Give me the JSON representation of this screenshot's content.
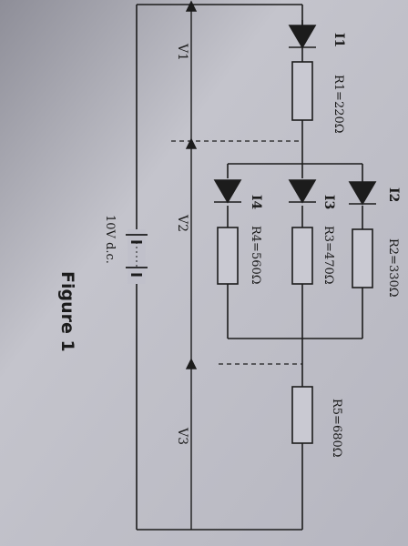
{
  "figure": {
    "caption": "Figure 1"
  },
  "labels": {
    "i1": "I1",
    "r1": "R1=220Ω",
    "v1": "V1",
    "v2": "V2",
    "v3": "V3",
    "i2": "I2",
    "r2": "R2=330Ω",
    "i3": "I3",
    "r3": "R3=470Ω",
    "i4": "I4",
    "r4": "R4=560Ω",
    "r5": "R5=680Ω",
    "supply": "10V d.c."
  },
  "colors": {
    "paper": "#bcbcc6",
    "ink": "#1c1c1c"
  }
}
